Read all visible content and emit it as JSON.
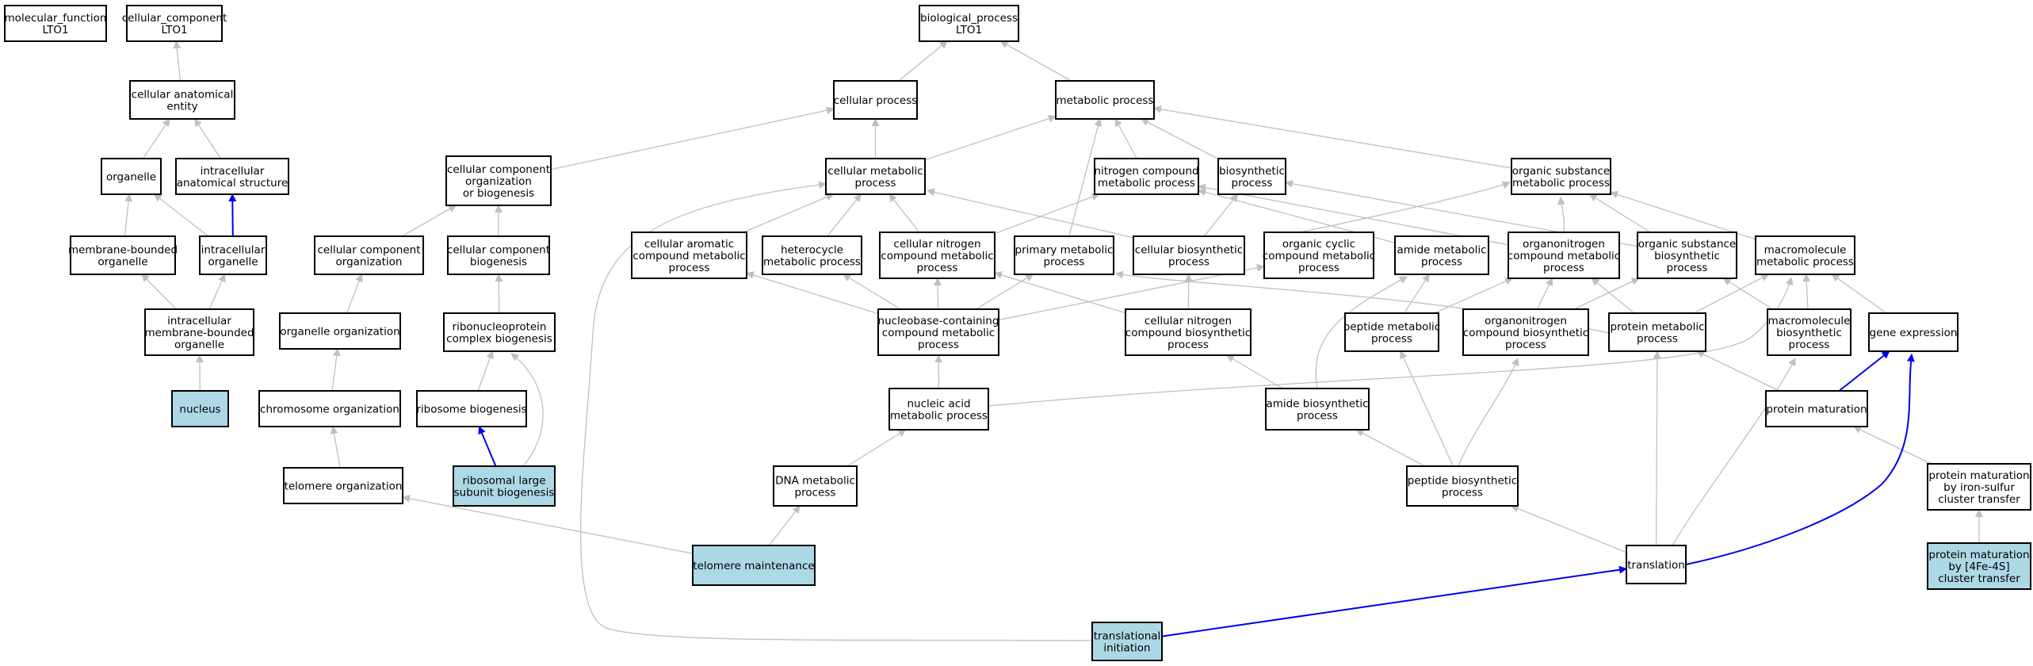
{
  "colors": {
    "node_fill": "#ffffff",
    "highlight_fill": "#add8e6",
    "edge_gray": "#c0c0c0",
    "edge_blue": "#0000ee"
  },
  "nodes": {
    "molecular_function": {
      "lines": [
        "molecular_function",
        "LTO1"
      ],
      "highlighted": false
    },
    "cellular_component": {
      "lines": [
        "cellular_component",
        "LTO1"
      ],
      "highlighted": false
    },
    "biological_process": {
      "lines": [
        "biological_process",
        "LTO1"
      ],
      "highlighted": false
    },
    "cellular_anatomical_entity": {
      "lines": [
        "cellular anatomical",
        "entity"
      ],
      "highlighted": false
    },
    "cellular_process": {
      "lines": [
        "cellular process"
      ],
      "highlighted": false
    },
    "metabolic_process": {
      "lines": [
        "metabolic process"
      ],
      "highlighted": false
    },
    "organelle": {
      "lines": [
        "organelle"
      ],
      "highlighted": false
    },
    "intracellular_anatomical_structure": {
      "lines": [
        "intracellular",
        "anatomical structure"
      ],
      "highlighted": false
    },
    "cellular_component_organization_or_biogenesis": {
      "lines": [
        "cellular component",
        "organization",
        "or biogenesis"
      ],
      "highlighted": false
    },
    "cellular_metabolic_process": {
      "lines": [
        "cellular metabolic",
        "process"
      ],
      "highlighted": false
    },
    "nitrogen_compound_metabolic_process": {
      "lines": [
        "nitrogen compound",
        "metabolic process"
      ],
      "highlighted": false
    },
    "biosynthetic_process": {
      "lines": [
        "biosynthetic",
        "process"
      ],
      "highlighted": false
    },
    "organic_substance_metabolic_process": {
      "lines": [
        "organic substance",
        "metabolic process"
      ],
      "highlighted": false
    },
    "membrane_bounded_organelle": {
      "lines": [
        "membrane-bounded",
        "organelle"
      ],
      "highlighted": false
    },
    "intracellular_organelle": {
      "lines": [
        "intracellular",
        "organelle"
      ],
      "highlighted": false
    },
    "cellular_component_organization": {
      "lines": [
        "cellular component",
        "organization"
      ],
      "highlighted": false
    },
    "cellular_component_biogenesis": {
      "lines": [
        "cellular component",
        "biogenesis"
      ],
      "highlighted": false
    },
    "cellular_aromatic_compound_metabolic_process": {
      "lines": [
        "cellular aromatic",
        "compound metabolic",
        "process"
      ],
      "highlighted": false
    },
    "heterocycle_metabolic_process": {
      "lines": [
        "heterocycle",
        "metabolic process"
      ],
      "highlighted": false
    },
    "cellular_nitrogen_compound_metabolic_process": {
      "lines": [
        "cellular nitrogen",
        "compound metabolic",
        "process"
      ],
      "highlighted": false
    },
    "primary_metabolic_process": {
      "lines": [
        "primary metabolic",
        "process"
      ],
      "highlighted": false
    },
    "cellular_biosynthetic_process": {
      "lines": [
        "cellular biosynthetic",
        "process"
      ],
      "highlighted": false
    },
    "organic_cyclic_compound_metabolic_process": {
      "lines": [
        "organic cyclic",
        "compound metabolic",
        "process"
      ],
      "highlighted": false
    },
    "amide_metabolic_process": {
      "lines": [
        "amide metabolic",
        "process"
      ],
      "highlighted": false
    },
    "organonitrogen_compound_metabolic_process": {
      "lines": [
        "organonitrogen",
        "compound metabolic",
        "process"
      ],
      "highlighted": false
    },
    "organic_substance_biosynthetic_process": {
      "lines": [
        "organic substance",
        "biosynthetic",
        "process"
      ],
      "highlighted": false
    },
    "macromolecule_metabolic_process": {
      "lines": [
        "macromolecule",
        "metabolic process"
      ],
      "highlighted": false
    },
    "intracellular_membrane_bounded_organelle": {
      "lines": [
        "intracellular",
        "membrane-bounded",
        "organelle"
      ],
      "highlighted": false
    },
    "organelle_organization": {
      "lines": [
        "organelle organization"
      ],
      "highlighted": false
    },
    "ribonucleoprotein_complex_biogenesis": {
      "lines": [
        "ribonucleoprotein",
        "complex biogenesis"
      ],
      "highlighted": false
    },
    "nucleobase_containing_compound_metabolic_process": {
      "lines": [
        "nucleobase-containing",
        "compound metabolic",
        "process"
      ],
      "highlighted": false
    },
    "cellular_nitrogen_compound_biosynthetic_process": {
      "lines": [
        "cellular nitrogen",
        "compound biosynthetic",
        "process"
      ],
      "highlighted": false
    },
    "peptide_metabolic_process": {
      "lines": [
        "peptide metabolic",
        "process"
      ],
      "highlighted": false
    },
    "organonitrogen_compound_biosynthetic_process": {
      "lines": [
        "organonitrogen",
        "compound biosynthetic",
        "process"
      ],
      "highlighted": false
    },
    "protein_metabolic_process": {
      "lines": [
        "protein metabolic",
        "process"
      ],
      "highlighted": false
    },
    "macromolecule_biosynthetic_process": {
      "lines": [
        "macromolecule",
        "biosynthetic",
        "process"
      ],
      "highlighted": false
    },
    "gene_expression": {
      "lines": [
        "gene expression"
      ],
      "highlighted": false
    },
    "nucleus": {
      "lines": [
        "nucleus"
      ],
      "highlighted": true
    },
    "chromosome_organization": {
      "lines": [
        "chromosome organization"
      ],
      "highlighted": false
    },
    "ribosome_biogenesis": {
      "lines": [
        "ribosome biogenesis"
      ],
      "highlighted": false
    },
    "nucleic_acid_metabolic_process": {
      "lines": [
        "nucleic acid",
        "metabolic process"
      ],
      "highlighted": false
    },
    "amide_biosynthetic_process": {
      "lines": [
        "amide biosynthetic",
        "process"
      ],
      "highlighted": false
    },
    "protein_maturation": {
      "lines": [
        "protein maturation"
      ],
      "highlighted": false
    },
    "telomere_organization": {
      "lines": [
        "telomere organization"
      ],
      "highlighted": false
    },
    "ribosomal_large_subunit_biogenesis": {
      "lines": [
        "ribosomal large",
        "subunit biogenesis"
      ],
      "highlighted": true
    },
    "dna_metabolic_process": {
      "lines": [
        "DNA metabolic",
        "process"
      ],
      "highlighted": false
    },
    "peptide_biosynthetic_process": {
      "lines": [
        "peptide biosynthetic",
        "process"
      ],
      "highlighted": false
    },
    "protein_maturation_by_iron_sulfur_cluster_transfer": {
      "lines": [
        "protein maturation",
        "by iron-sulfur",
        "cluster transfer"
      ],
      "highlighted": false
    },
    "telomere_maintenance": {
      "lines": [
        "telomere maintenance"
      ],
      "highlighted": true
    },
    "translation": {
      "lines": [
        "translation"
      ],
      "highlighted": false
    },
    "protein_maturation_by_4fe4s_cluster_transfer": {
      "lines": [
        "protein maturation",
        "by [4Fe-4S]",
        "cluster transfer"
      ],
      "highlighted": true
    },
    "translational_initiation": {
      "lines": [
        "translational",
        "initiation"
      ],
      "highlighted": true
    }
  },
  "edges": [
    {
      "from": "cellular_anatomical_entity",
      "to": "cellular_component",
      "color": "gray"
    },
    {
      "from": "cellular_process",
      "to": "biological_process",
      "color": "gray"
    },
    {
      "from": "metabolic_process",
      "to": "biological_process",
      "color": "gray"
    },
    {
      "from": "organelle",
      "to": "cellular_anatomical_entity",
      "color": "gray"
    },
    {
      "from": "intracellular_anatomical_structure",
      "to": "cellular_anatomical_entity",
      "color": "gray"
    },
    {
      "from": "cellular_component_organization_or_biogenesis",
      "to": "cellular_process",
      "color": "gray"
    },
    {
      "from": "cellular_metabolic_process",
      "to": "cellular_process",
      "color": "gray"
    },
    {
      "from": "cellular_metabolic_process",
      "to": "metabolic_process",
      "color": "gray"
    },
    {
      "from": "nitrogen_compound_metabolic_process",
      "to": "metabolic_process",
      "color": "gray"
    },
    {
      "from": "biosynthetic_process",
      "to": "metabolic_process",
      "color": "gray"
    },
    {
      "from": "organic_substance_metabolic_process",
      "to": "metabolic_process",
      "color": "gray"
    },
    {
      "from": "primary_metabolic_process",
      "to": "metabolic_process",
      "color": "gray"
    },
    {
      "from": "membrane_bounded_organelle",
      "to": "organelle",
      "color": "gray"
    },
    {
      "from": "intracellular_organelle",
      "to": "organelle",
      "color": "gray"
    },
    {
      "from": "intracellular_organelle",
      "to": "intracellular_anatomical_structure",
      "color": "blue"
    },
    {
      "from": "cellular_component_organization",
      "to": "cellular_component_organization_or_biogenesis",
      "color": "gray"
    },
    {
      "from": "cellular_component_biogenesis",
      "to": "cellular_component_organization_or_biogenesis",
      "color": "gray"
    },
    {
      "from": "cellular_aromatic_compound_metabolic_process",
      "to": "cellular_metabolic_process",
      "color": "gray"
    },
    {
      "from": "heterocycle_metabolic_process",
      "to": "cellular_metabolic_process",
      "color": "gray"
    },
    {
      "from": "cellular_nitrogen_compound_metabolic_process",
      "to": "cellular_metabolic_process",
      "color": "gray"
    },
    {
      "from": "cellular_biosynthetic_process",
      "to": "cellular_metabolic_process",
      "color": "gray"
    },
    {
      "from": "cellular_nitrogen_compound_metabolic_process",
      "to": "nitrogen_compound_metabolic_process",
      "color": "gray"
    },
    {
      "from": "organonitrogen_compound_metabolic_process",
      "to": "nitrogen_compound_metabolic_process",
      "color": "gray"
    },
    {
      "from": "amide_metabolic_process",
      "to": "nitrogen_compound_metabolic_process",
      "color": "gray"
    },
    {
      "from": "cellular_biosynthetic_process",
      "to": "biosynthetic_process",
      "color": "gray"
    },
    {
      "from": "organic_substance_biosynthetic_process",
      "to": "biosynthetic_process",
      "color": "gray"
    },
    {
      "from": "organic_cyclic_compound_metabolic_process",
      "to": "organic_substance_metabolic_process",
      "color": "gray"
    },
    {
      "from": "organonitrogen_compound_metabolic_process",
      "to": "organic_substance_metabolic_process",
      "color": "gray"
    },
    {
      "from": "organic_substance_biosynthetic_process",
      "to": "organic_substance_metabolic_process",
      "color": "gray"
    },
    {
      "from": "macromolecule_metabolic_process",
      "to": "organic_substance_metabolic_process",
      "color": "gray"
    },
    {
      "from": "intracellular_membrane_bounded_organelle",
      "to": "membrane_bounded_organelle",
      "color": "gray"
    },
    {
      "from": "intracellular_membrane_bounded_organelle",
      "to": "intracellular_organelle",
      "color": "gray"
    },
    {
      "from": "organelle_organization",
      "to": "cellular_component_organization",
      "color": "gray"
    },
    {
      "from": "ribonucleoprotein_complex_biogenesis",
      "to": "cellular_component_biogenesis",
      "color": "gray"
    },
    {
      "from": "nucleobase_containing_compound_metabolic_process",
      "to": "cellular_aromatic_compound_metabolic_process",
      "color": "gray"
    },
    {
      "from": "nucleobase_containing_compound_metabolic_process",
      "to": "heterocycle_metabolic_process",
      "color": "gray"
    },
    {
      "from": "nucleobase_containing_compound_metabolic_process",
      "to": "cellular_nitrogen_compound_metabolic_process",
      "color": "gray"
    },
    {
      "from": "nucleobase_containing_compound_metabolic_process",
      "to": "primary_metabolic_process",
      "color": "gray"
    },
    {
      "from": "nucleobase_containing_compound_metabolic_process",
      "to": "organic_cyclic_compound_metabolic_process",
      "color": "gray"
    },
    {
      "from": "cellular_nitrogen_compound_biosynthetic_process",
      "to": "cellular_nitrogen_compound_metabolic_process",
      "color": "gray"
    },
    {
      "from": "cellular_nitrogen_compound_biosynthetic_process",
      "to": "cellular_biosynthetic_process",
      "color": "gray"
    },
    {
      "from": "peptide_metabolic_process",
      "to": "amide_metabolic_process",
      "color": "gray"
    },
    {
      "from": "peptide_metabolic_process",
      "to": "organonitrogen_compound_metabolic_process",
      "color": "gray"
    },
    {
      "from": "organonitrogen_compound_biosynthetic_process",
      "to": "organonitrogen_compound_metabolic_process",
      "color": "gray"
    },
    {
      "from": "organonitrogen_compound_biosynthetic_process",
      "to": "organic_substance_biosynthetic_process",
      "color": "gray"
    },
    {
      "from": "protein_metabolic_process",
      "to": "organonitrogen_compound_metabolic_process",
      "color": "gray"
    },
    {
      "from": "protein_metabolic_process",
      "to": "macromolecule_metabolic_process",
      "color": "gray"
    },
    {
      "from": "protein_metabolic_process",
      "to": "primary_metabolic_process",
      "color": "gray"
    },
    {
      "from": "macromolecule_biosynthetic_process",
      "to": "macromolecule_metabolic_process",
      "color": "gray"
    },
    {
      "from": "macromolecule_biosynthetic_process",
      "to": "organic_substance_biosynthetic_process",
      "color": "gray"
    },
    {
      "from": "gene_expression",
      "to": "macromolecule_metabolic_process",
      "color": "gray"
    },
    {
      "from": "nucleus",
      "to": "intracellular_membrane_bounded_organelle",
      "color": "gray"
    },
    {
      "from": "chromosome_organization",
      "to": "organelle_organization",
      "color": "gray"
    },
    {
      "from": "ribosome_biogenesis",
      "to": "ribonucleoprotein_complex_biogenesis",
      "color": "gray"
    },
    {
      "from": "nucleic_acid_metabolic_process",
      "to": "nucleobase_containing_compound_metabolic_process",
      "color": "gray"
    },
    {
      "from": "nucleic_acid_metabolic_process",
      "to": "macromolecule_metabolic_process",
      "color": "gray"
    },
    {
      "from": "amide_biosynthetic_process",
      "to": "cellular_nitrogen_compound_biosynthetic_process",
      "color": "gray"
    },
    {
      "from": "amide_biosynthetic_process",
      "to": "amide_metabolic_process",
      "color": "gray"
    },
    {
      "from": "protein_maturation",
      "to": "protein_metabolic_process",
      "color": "gray"
    },
    {
      "from": "protein_maturation",
      "to": "gene_expression",
      "color": "blue"
    },
    {
      "from": "telomere_organization",
      "to": "chromosome_organization",
      "color": "gray"
    },
    {
      "from": "ribosomal_large_subunit_biogenesis",
      "to": "ribosome_biogenesis",
      "color": "blue"
    },
    {
      "from": "ribosomal_large_subunit_biogenesis",
      "to": "ribonucleoprotein_complex_biogenesis",
      "color": "gray"
    },
    {
      "from": "dna_metabolic_process",
      "to": "nucleic_acid_metabolic_process",
      "color": "gray"
    },
    {
      "from": "peptide_biosynthetic_process",
      "to": "amide_biosynthetic_process",
      "color": "gray"
    },
    {
      "from": "peptide_biosynthetic_process",
      "to": "peptide_metabolic_process",
      "color": "gray"
    },
    {
      "from": "peptide_biosynthetic_process",
      "to": "organonitrogen_compound_biosynthetic_process",
      "color": "gray"
    },
    {
      "from": "protein_maturation_by_iron_sulfur_cluster_transfer",
      "to": "protein_maturation",
      "color": "gray"
    },
    {
      "from": "telomere_maintenance",
      "to": "telomere_organization",
      "color": "gray"
    },
    {
      "from": "telomere_maintenance",
      "to": "dna_metabolic_process",
      "color": "gray"
    },
    {
      "from": "translation",
      "to": "peptide_biosynthetic_process",
      "color": "gray"
    },
    {
      "from": "translation",
      "to": "protein_metabolic_process",
      "color": "gray"
    },
    {
      "from": "translation",
      "to": "macromolecule_biosynthetic_process",
      "color": "gray"
    },
    {
      "from": "translation",
      "to": "gene_expression",
      "color": "blue"
    },
    {
      "from": "protein_maturation_by_4fe4s_cluster_transfer",
      "to": "protein_maturation_by_iron_sulfur_cluster_transfer",
      "color": "gray"
    },
    {
      "from": "translational_initiation",
      "to": "translation",
      "color": "blue"
    },
    {
      "from": "translational_initiation",
      "to": "cellular_metabolic_process",
      "color": "gray"
    }
  ]
}
